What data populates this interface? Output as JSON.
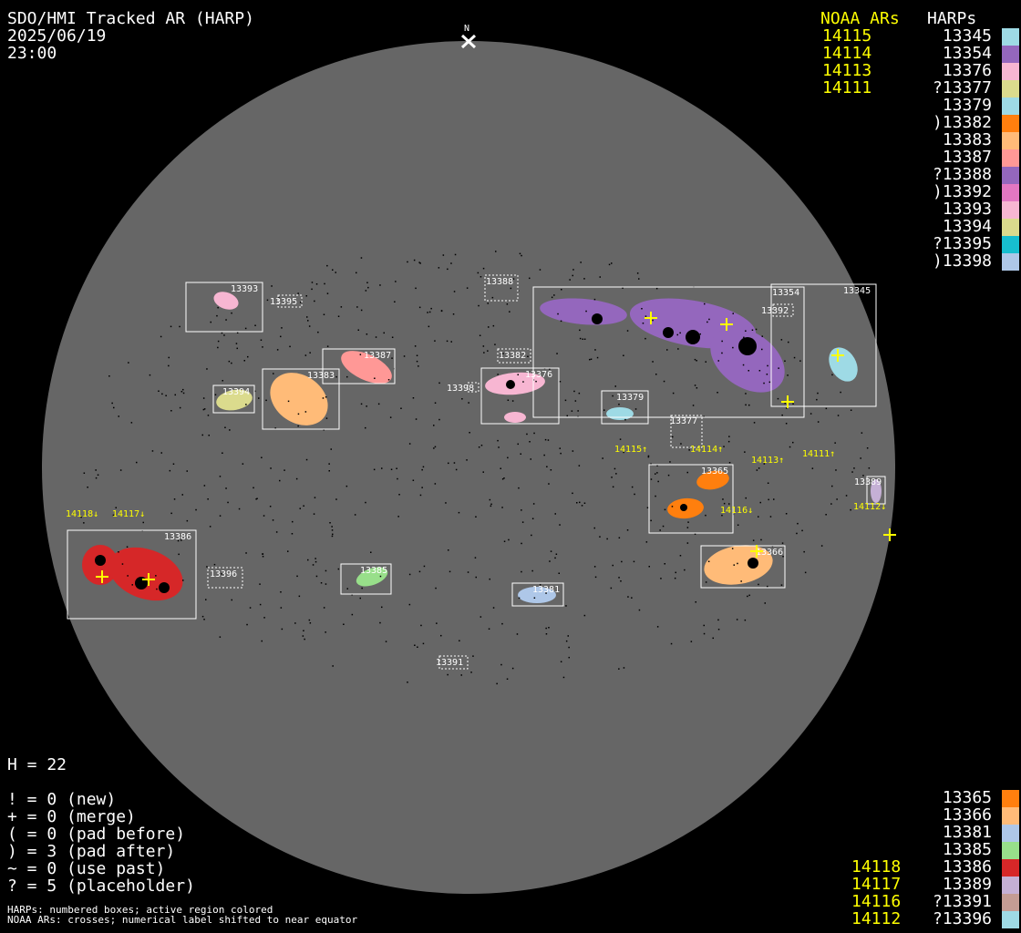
{
  "header": {
    "title": "SDO/HMI Tracked AR (HARP)",
    "date": "2025/06/19",
    "time": "23:00",
    "north": "N"
  },
  "legend_top": {
    "noaa_title": "NOAA ARs",
    "harp_title": "HARPs",
    "noaa": [
      "14115",
      "14114",
      "14113",
      "14111"
    ],
    "harps": [
      {
        "id": "13345",
        "color": "#9edae5"
      },
      {
        "id": "13354",
        "color": "#9467bd"
      },
      {
        "id": "13376",
        "color": "#f7b6d2"
      },
      {
        "id": "?13377",
        "color": "#dbdb8d"
      },
      {
        "id": "13379",
        "color": "#9edae5"
      },
      {
        "id": ")13382",
        "color": "#ff7f0e"
      },
      {
        "id": "13383",
        "color": "#ffbb78"
      },
      {
        "id": "13387",
        "color": "#ff9896"
      },
      {
        "id": "?13388",
        "color": "#9467bd"
      },
      {
        "id": ")13392",
        "color": "#e377c2"
      },
      {
        "id": "13393",
        "color": "#f7b6d2"
      },
      {
        "id": "13394",
        "color": "#dbdb8d"
      },
      {
        "id": "?13395",
        "color": "#17becf"
      },
      {
        "id": ")13398",
        "color": "#aec7e8"
      }
    ]
  },
  "legend_bottom": {
    "noaa": [
      "14118",
      "14117",
      "14116",
      "14112"
    ],
    "harps": [
      {
        "id": "13365",
        "color": "#ff7f0e"
      },
      {
        "id": "13366",
        "color": "#ffbb78"
      },
      {
        "id": "13381",
        "color": "#aec7e8"
      },
      {
        "id": "13385",
        "color": "#98df8a"
      },
      {
        "id": "13386",
        "color": "#d62728"
      },
      {
        "id": "13389",
        "color": "#c5b0d5"
      },
      {
        "id": "?13391",
        "color": "#c49c94"
      },
      {
        "id": "?13396",
        "color": "#9edae5"
      }
    ]
  },
  "stats": {
    "h": "H = 22",
    "lines": [
      "! = 0 (new)",
      "+ = 0 (merge)",
      "( = 0 (pad before)",
      ") = 3 (pad after)",
      "~ = 0 (use past)",
      "? = 5 (placeholder)"
    ]
  },
  "notes": [
    "HARPs: numbered boxes; active region colored",
    "NOAA ARs: crosses; numerical label shifted to near equator"
  ],
  "disk": {
    "boxes": [
      "13393",
      "13395",
      "13388",
      "13354",
      "13392",
      "13345",
      "13387",
      "13382",
      "13383",
      "13394",
      "13398",
      "13376",
      "13379",
      "13377",
      "13365",
      "13389",
      "13386",
      "13396",
      "13385",
      "13366",
      "13381",
      "13391"
    ],
    "noaa_labels": [
      "14115↑",
      "14114↑",
      "14113↑",
      "14111↑",
      "14116↓",
      "14112↓",
      "14118↓",
      "14117↓"
    ]
  }
}
